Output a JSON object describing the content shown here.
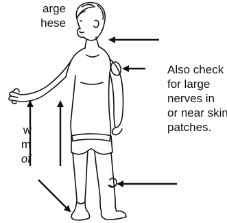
{
  "fragments": {
    "top_line1": "arge",
    "top_line2": "hese",
    "bottom_line1": "w",
    "bottom_line2": "m",
    "bottom_line3": "of"
  },
  "note": {
    "line1": "Also check",
    "line2": "for large",
    "line3": "nerves in",
    "line4": "or near skin",
    "line5": "patches."
  },
  "colors": {
    "ink": "#111111",
    "background": "#ffffff"
  }
}
